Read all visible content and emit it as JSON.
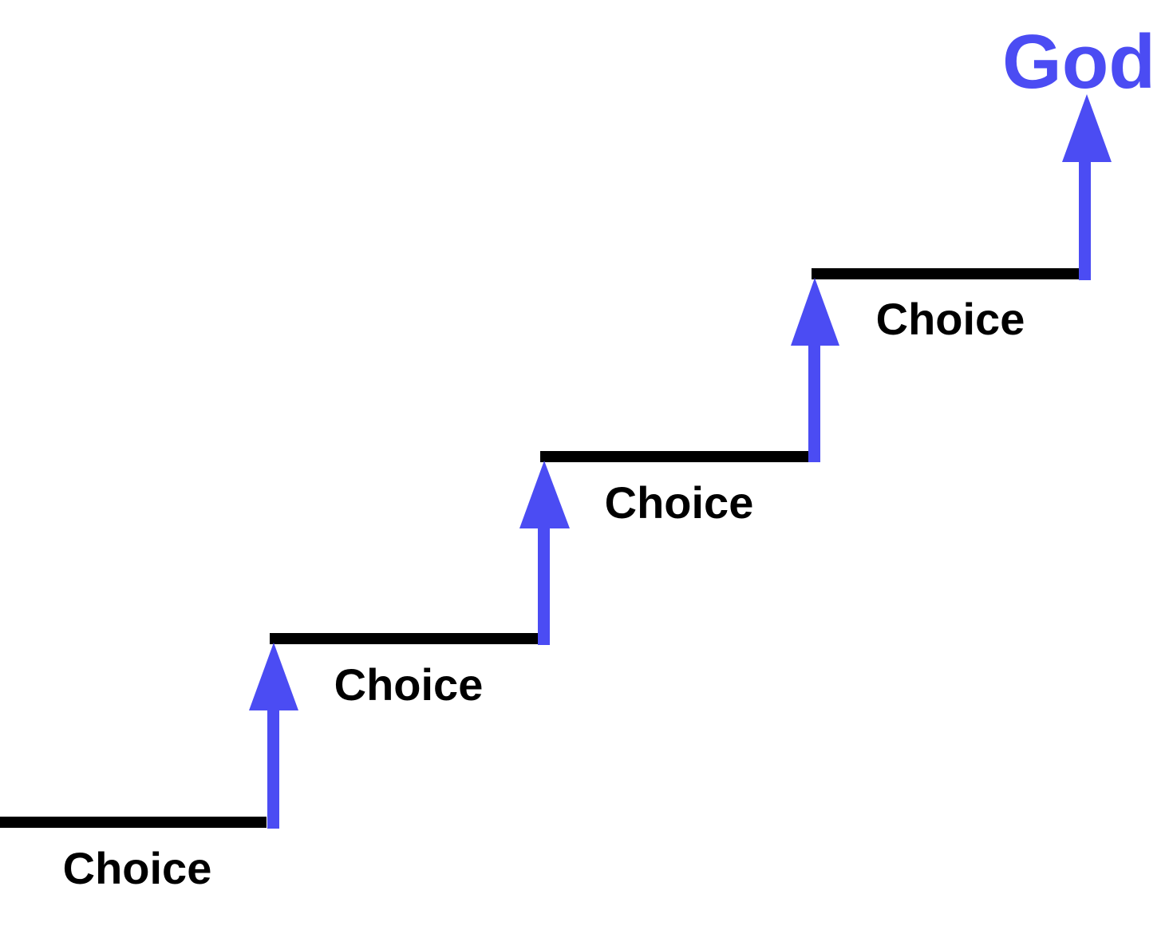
{
  "diagram": {
    "goal_label": "God",
    "steps": [
      {
        "label": "Choice"
      },
      {
        "label": "Choice"
      },
      {
        "label": "Choice"
      },
      {
        "label": "Choice"
      }
    ],
    "colors": {
      "step_line": "#000000",
      "arrow": "#4b4cf3",
      "goal_text": "#4b4cf3",
      "background": "#ffffff"
    }
  }
}
